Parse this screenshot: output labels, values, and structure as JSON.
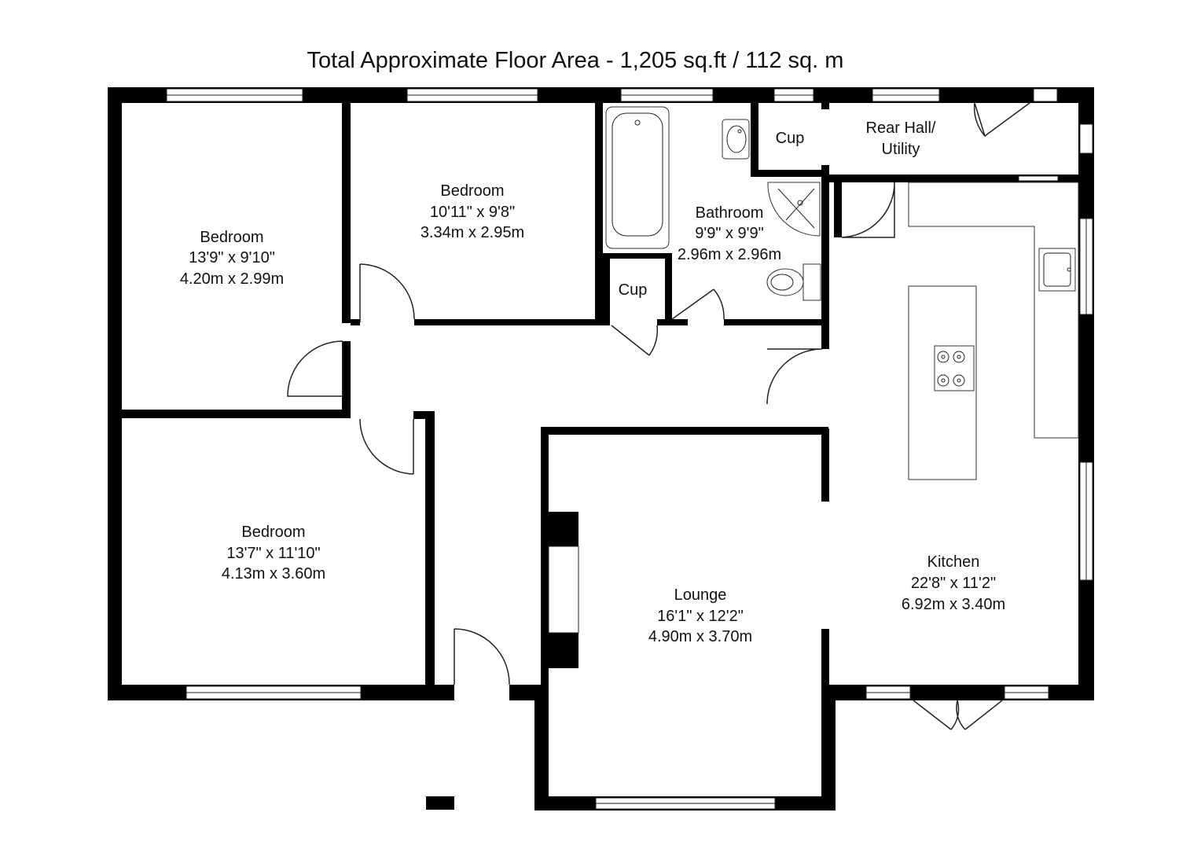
{
  "title": "Total Approximate Floor Area - 1,205 sq.ft / 112 sq. m",
  "rooms": {
    "bedroom1": {
      "name": "Bedroom",
      "imperial": "13'9\" x 9'10\"",
      "metric": "4.20m x 2.99m"
    },
    "bedroom2": {
      "name": "Bedroom",
      "imperial": "10'11\" x 9'8\"",
      "metric": "3.34m x 2.95m"
    },
    "bedroom3": {
      "name": "Bedroom",
      "imperial": "13'7\" x 11'10\"",
      "metric": "4.13m x 3.60m"
    },
    "bathroom": {
      "name": "Bathroom",
      "imperial": "9'9\" x 9'9\"",
      "metric": "2.96m x 2.96m"
    },
    "cup_top": {
      "name": "Cup"
    },
    "cup_mid": {
      "name": "Cup"
    },
    "rear_hall": {
      "line1": "Rear Hall/",
      "line2": "Utility"
    },
    "lounge": {
      "name": "Lounge",
      "imperial": "16'1\" x 12'2\"",
      "metric": "4.90m x 3.70m"
    },
    "kitchen": {
      "name": "Kitchen",
      "imperial": "22'8\" x 11'2\"",
      "metric": "6.92m x 3.40m"
    }
  },
  "colors": {
    "wall": "#000000",
    "background": "#ffffff",
    "line": "#222222"
  }
}
